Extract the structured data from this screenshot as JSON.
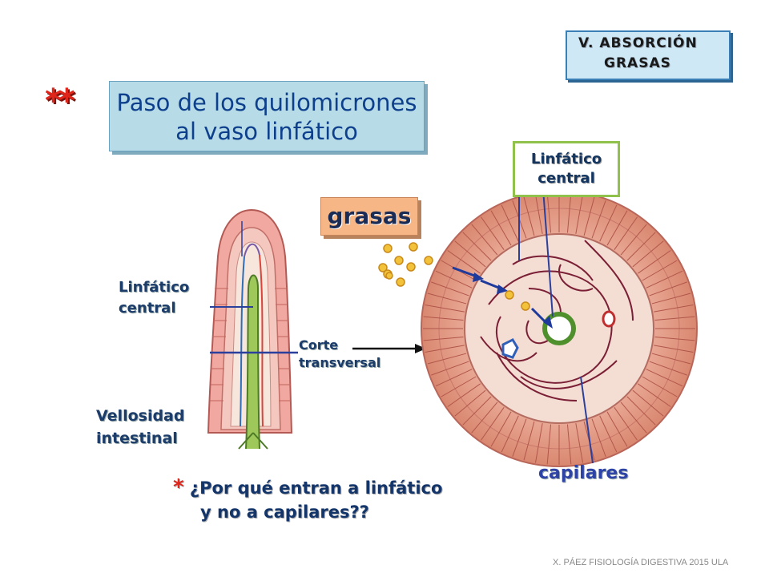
{
  "section": {
    "line1": "V. ABSORCIÓN",
    "line2": "GRASAS"
  },
  "title": {
    "line1": "Paso de los quilomicrones",
    "line2": "al vaso linfático",
    "marker": "**"
  },
  "labels": {
    "grasas": "grasas",
    "lymph_box_line1": "Linfático",
    "lymph_box_line2": "central",
    "lymph_left_line1": "Linfático",
    "lymph_left_line2": "central",
    "corte_line1": "Corte",
    "corte_line2": "transversal",
    "villus_line1": "Vellosidad",
    "villus_line2": "intestinal",
    "capillaries": "capilares"
  },
  "question": {
    "marker": "*",
    "line1": "¿Por qué entran a linfático",
    "line2": "y no a capilares??"
  },
  "footer": "X. PÁEZ   FISIOLOGÍA DIGESTIVA 2015  ULA",
  "colors": {
    "title_text": "#0d3f8c",
    "star": "#e0261b",
    "lymph_box_border": "#8fc14b",
    "fat_droplet": "#f2c23a"
  }
}
